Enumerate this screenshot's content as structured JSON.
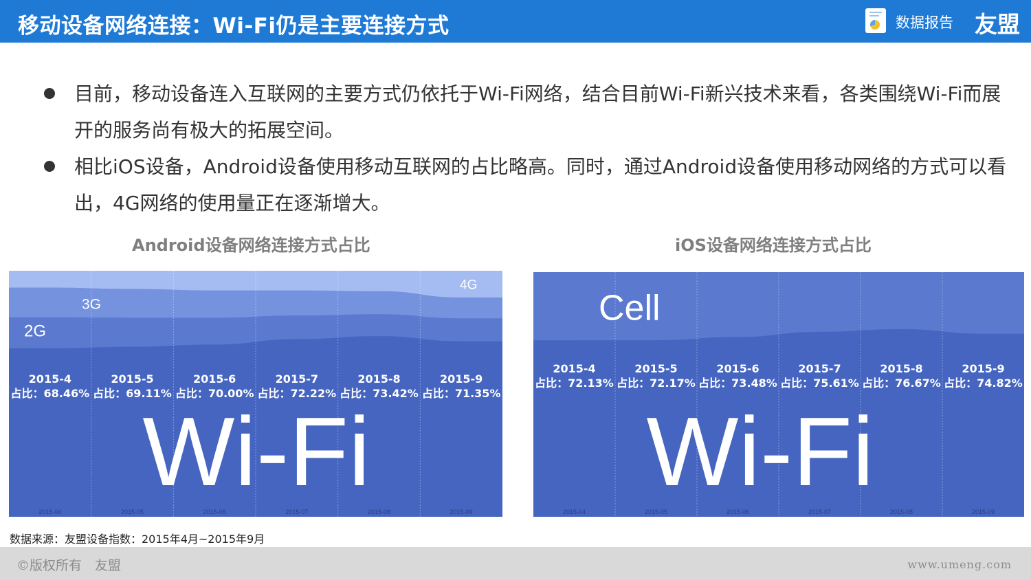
{
  "header": {
    "title": "移动设备网络连接：Wi-Fi仍是主要连接方式",
    "report_label": "数据报告",
    "brand": "友盟",
    "report_icon": "report-chart-icon",
    "background_color": "#1f7ad6"
  },
  "bullets": [
    "目前，移动设备连入互联网的主要方式仍依托于Wi-Fi网络，结合目前Wi-Fi新兴技术来看，各类围绕Wi-Fi而展开的服务尚有极大的拓展空间。",
    "相比iOS设备，Android设备使用移动互联网的占比略高。同时，通过Android设备使用移动网络的方式可以看出，4G网络的使用量正在逐渐增大。"
  ],
  "chart_data": [
    {
      "type": "area",
      "title": "Android设备网络连接方式占比",
      "x": [
        "2015-04",
        "2015-05",
        "2015-06",
        "2015-07",
        "2015-08",
        "2015-09"
      ],
      "period_labels": [
        "2015-4",
        "2015-5",
        "2015-6",
        "2015-7",
        "2015-8",
        "2015-9"
      ],
      "share_labels": [
        "占比：68.46%",
        "占比：69.11%",
        "占比：70.00%",
        "占比：72.22%",
        "占比：73.42%",
        "占比：71.35%"
      ],
      "series": [
        {
          "name": "Wi-Fi",
          "values": [
            68.46,
            69.11,
            70.0,
            72.22,
            73.42,
            71.35
          ],
          "color": "#4565c0"
        },
        {
          "name": "2G",
          "values": [
            12.6,
            11.8,
            10.9,
            9.6,
            8.9,
            9.3
          ],
          "color": "#5a79cf"
        },
        {
          "name": "3G",
          "values": [
            12.1,
            11.7,
            11.1,
            10.2,
            9.4,
            8.5
          ],
          "color": "#7592df"
        },
        {
          "name": "4G",
          "values": [
            6.84,
            7.39,
            8.0,
            7.98,
            8.28,
            10.85
          ],
          "color": "#a5bcf2"
        }
      ],
      "ylim": [
        0,
        100
      ],
      "stacked": true,
      "grid": true
    },
    {
      "type": "area",
      "title": "iOS设备网络连接方式占比",
      "x": [
        "2015-04",
        "2015-05",
        "2015-06",
        "2015-07",
        "2015-08",
        "2015-09"
      ],
      "period_labels": [
        "2015-4",
        "2015-5",
        "2015-6",
        "2015-7",
        "2015-8",
        "2015-9"
      ],
      "share_labels": [
        "占比：72.13%",
        "占比：72.17%",
        "占比：73.48%",
        "占比：75.61%",
        "占比：76.67%",
        "占比：74.82%"
      ],
      "series": [
        {
          "name": "Wi-Fi",
          "values": [
            72.13,
            72.17,
            73.48,
            75.61,
            76.67,
            74.82
          ],
          "color": "#4565c0"
        },
        {
          "name": "Cell",
          "values": [
            27.87,
            27.83,
            26.52,
            24.39,
            23.33,
            25.18
          ],
          "color": "#5a79cf"
        }
      ],
      "ylim": [
        0,
        100
      ],
      "stacked": true,
      "grid": true
    }
  ],
  "source": "数据来源：友盟设备指数：2015年4月~2015年9月",
  "footer": {
    "copyright": "©版权所有　友盟",
    "website": "www.umeng.com"
  }
}
